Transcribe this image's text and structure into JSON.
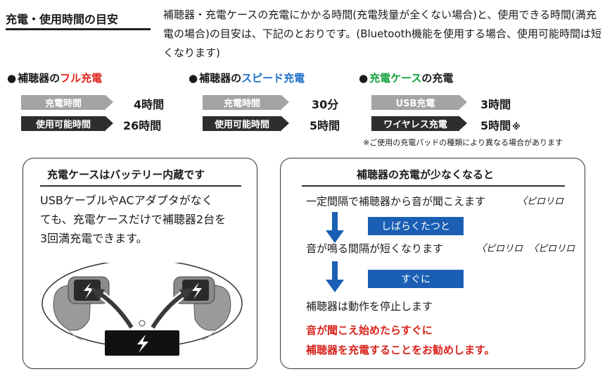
{
  "title": "充電・使用時間の目安",
  "intro": "補聴器・充電ケースの充電にかかる時間(充電残量が全くない場合)と、使用できる時間(満充電の場合)の目安は、下記のとおりです。(Bluetooth機能を使用する場合、使用可能時間は短くなります)",
  "sections": [
    {
      "bullet": "●",
      "prefix": "補聴器の",
      "highlight": "フル充電",
      "highlight_color": "#e0251b",
      "suffix": "",
      "rows": [
        {
          "label": "充電時間",
          "value": "4時間"
        },
        {
          "label": "使用可能時間",
          "value": "26時間"
        }
      ]
    },
    {
      "bullet": "●",
      "prefix": "補聴器の",
      "highlight": "スピード充電",
      "highlight_color": "#1e70c8",
      "suffix": "",
      "rows": [
        {
          "label": "充電時間",
          "value": "30分"
        },
        {
          "label": "使用可能時間",
          "value": "5時間"
        }
      ]
    },
    {
      "bullet": "●",
      "prefix": "",
      "highlight": "充電ケース",
      "highlight_color": "#13a13b",
      "suffix": "の充電",
      "rows": [
        {
          "label": "USB充電",
          "value": "3時間",
          "mark": ""
        },
        {
          "label": "ワイヤレス充電",
          "value": "5時間",
          "mark": "※"
        }
      ]
    }
  ],
  "footnote": "※ご使用の充電パッドの種類により異なる場合があります",
  "battery_box": {
    "title": "充電ケースはバッテリー内蔵です",
    "lines": [
      "USBケーブルやACアダプタがなく",
      "ても、充電ケースだけで補聴器2台を",
      "3回満充電できます。"
    ]
  },
  "low_box": {
    "title": "補聴器の充電が少なくなると",
    "step1": "一定間隔で補聴器から音が聞こえます",
    "sound": "ピロリロ",
    "tag1": "しばらくたつと",
    "step2": "音が鳴る間隔が短くなります",
    "sound2a": "ピロリロ",
    "sound2b": "ピロリロ",
    "tag2": "すぐに",
    "step3": "補聴器は動作を停止します",
    "warning_lines": [
      "音が聞こえ始めたらすぐに",
      "補聴器を充電することをお勧めします。"
    ]
  }
}
